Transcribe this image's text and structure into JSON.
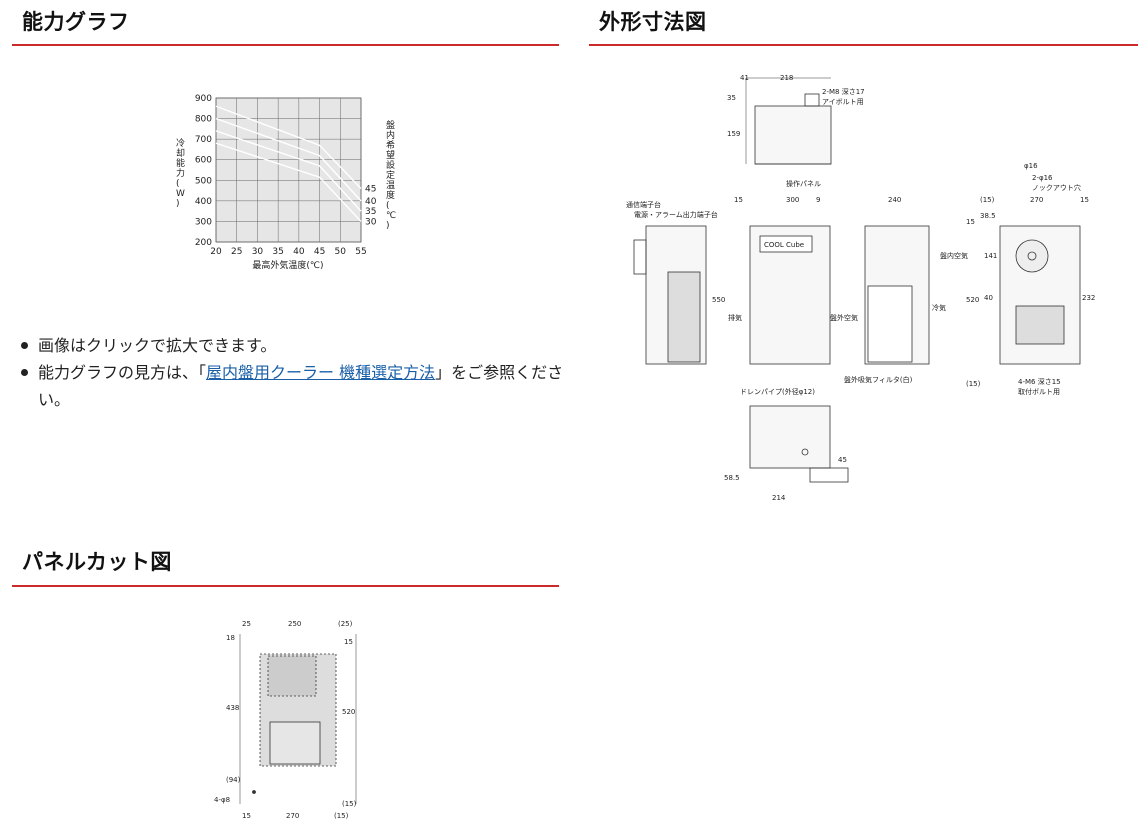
{
  "sections": {
    "capacity_graph": {
      "title": "能力グラフ"
    },
    "dimensions": {
      "title": "外形寸法図"
    },
    "panel_cut": {
      "title": "パネルカット図"
    }
  },
  "notes": {
    "item1": "画像はクリックで拡大できます。",
    "item2_before": "能力グラフの見方は、「",
    "item2_link": "屋内盤用クーラー 機種選定方法",
    "item2_after": "」をご参照ください。"
  },
  "chart_data": {
    "type": "line",
    "x": [
      20,
      45,
      55
    ],
    "series": [
      {
        "name": "45",
        "values": [
          860,
          670,
          460
        ]
      },
      {
        "name": "40",
        "values": [
          800,
          620,
          400
        ]
      },
      {
        "name": "35",
        "values": [
          740,
          570,
          350
        ]
      },
      {
        "name": "30",
        "values": [
          680,
          515,
          300
        ]
      }
    ],
    "xlabel": "最高外気温度(℃)",
    "ylabel": "冷却能力(W)",
    "legend_title": "盤内希望設定温度(℃)",
    "xlim": [
      20,
      55
    ],
    "ylim": [
      200,
      900
    ],
    "xticks": [
      20,
      25,
      30,
      35,
      40,
      45,
      50,
      55
    ],
    "yticks": [
      200,
      300,
      400,
      500,
      600,
      700,
      800,
      900
    ],
    "grid": true
  },
  "dimensions_labels": {
    "d41": "41",
    "d218": "218",
    "d35": "35",
    "d159": "159",
    "m8": "2-M8 深さ17",
    "eyebolt": "アイボルト用",
    "d15a": "15",
    "d300": "300",
    "d9": "9",
    "d240": "240",
    "op_panel": "操作パネル",
    "comm_term": "通信端子台",
    "power_term": "電源・アラーム出力端子台",
    "d550": "550",
    "exhaust": "排気",
    "outside_air": "盤外空気",
    "inside_air": "盤内空気",
    "cold_air": "冷気",
    "filter": "盤外吸気フィルタ(白)",
    "phi16": "φ16",
    "knockout_count": "2-φ16",
    "knockout": "ノックアウト穴",
    "d15p": "(15)",
    "d270": "270",
    "d15b": "15",
    "d15c": "15",
    "d38_5": "38.5",
    "d141": "141",
    "d520": "520",
    "d40": "40",
    "d232": "232",
    "d15q": "(15)",
    "m6": "4-M6 深さ15",
    "mount_bolt": "取付ボルト用",
    "drain": "ドレンパイプ(外径φ12)",
    "d58_5": "58.5",
    "d45": "45",
    "d214": "214",
    "logo": "COOL Cube"
  },
  "panel_labels": {
    "d25": "25",
    "d250": "250",
    "d25p": "(25)",
    "d18": "18",
    "d15": "15",
    "d438": "438",
    "d520": "520",
    "d94": "(94)",
    "holes": "4-φ8",
    "d15b": "15",
    "d270": "270",
    "d15p": "(15)",
    "d15q": "(15)"
  }
}
